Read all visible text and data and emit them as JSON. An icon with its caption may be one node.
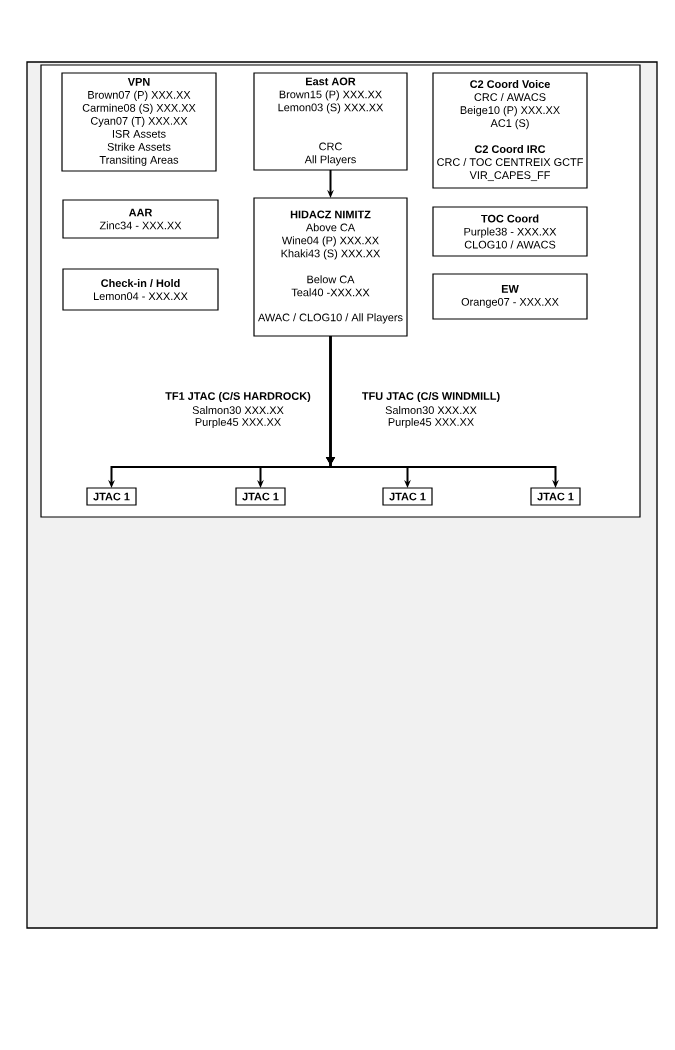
{
  "diagram": {
    "nodes": [
      {
        "text": [
          "VPN",
          "Brown07 (P) XXX.XX",
          "Carmine08 (S) XXX.XX",
          "Cyan07 (T) XXX.XX",
          "ISR Assets",
          "Strike Assets",
          "Transiting Areas"
        ]
      },
      {
        "text": [
          "East AOR",
          "Brown15 (P) XXX.XX",
          "Lemon03 (S) XXX.XX",
          "CRC",
          "All Players"
        ]
      },
      {
        "text": [
          "C2 Coord Voice",
          "CRC / AWACS",
          "Beige10 (P) XXX.XX",
          "AC1 (S)",
          "C2 Coord IRC",
          "CRC / TOC CENTREIX GCTF",
          "VIR_CAPES_FF"
        ]
      },
      {
        "text": [
          "AAR",
          "Zinc34 - XXX.XX"
        ]
      },
      {
        "text": [
          "Check-in / Hold",
          "Lemon04 - XXX.XX"
        ]
      },
      {
        "text": [
          "HIDACZ NIMITZ",
          "Above CA",
          "Wine04 (P) XXX.XX",
          "Khaki43 (S) XXX.XX",
          "Below CA",
          "Teal40 -XXX.XX",
          "AWAC / CLOG10 / All Players"
        ]
      },
      {
        "text": [
          "TOC Coord",
          "Purple38 - XXX.XX",
          "CLOG10 / AWACS"
        ]
      },
      {
        "text": [
          "EW",
          "Orange07 - XXX.XX"
        ]
      },
      {
        "text": [
          "JTAC 1"
        ]
      },
      {
        "text": [
          "JTAC 1"
        ]
      },
      {
        "text": [
          "JTAC 1"
        ]
      },
      {
        "text": [
          "JTAC 1"
        ]
      }
    ],
    "edges": [
      {
        "from": 1,
        "to": 5,
        "arrow": "to"
      },
      {
        "from": 5,
        "to": 8,
        "arrow": "to"
      },
      {
        "from": 5,
        "to": 9,
        "arrow": "to"
      },
      {
        "from": 5,
        "to": 10,
        "arrow": "to"
      },
      {
        "from": 5,
        "to": 11,
        "arrow": "to"
      }
    ],
    "labels": [
      "TF1 JTAC (C/S HARDROCK)",
      "Salmon30 XXX.XX",
      "Purple45 XXX.XX",
      "TFU JTAC (C/S WINDMILL)",
      "Salmon30 XXX.XX",
      "Purple45 XXX.XX"
    ]
  }
}
